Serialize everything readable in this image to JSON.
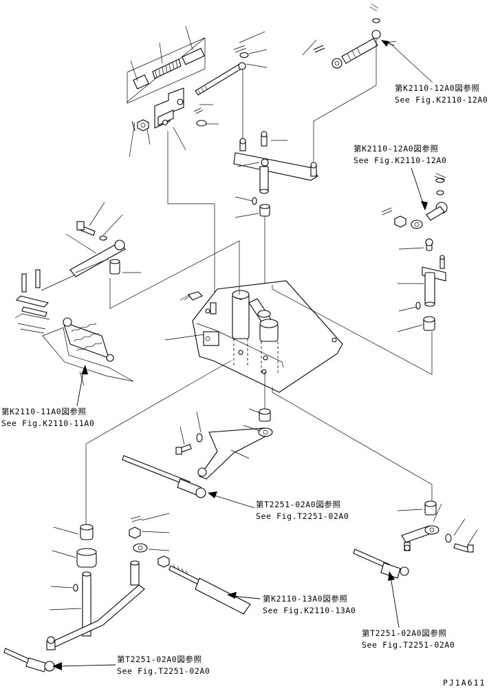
{
  "references": {
    "k2110_12a0_top": {
      "jp": "第K2110-12A0図参照",
      "en": "See Fig.K2110-12A0"
    },
    "k2110_12a0_mid": {
      "jp": "第K2110-12A0図参照",
      "en": "See Fig.K2110-12A0"
    },
    "k2110_11a0": {
      "jp": "第K2110-11A0図参照",
      "en": "See Fig.K2110-11A0"
    },
    "t2251_02a0_center": {
      "jp": "第T2251-02A0図参照",
      "en": "See Fig.T2251-02A0"
    },
    "k2110_13a0": {
      "jp": "第K2110-13A0図参照",
      "en": "See Fig.K2110-13A0"
    },
    "t2251_02a0_right": {
      "jp": "第T2251-02A0図参照",
      "en": "See Fig.T2251-02A0"
    },
    "t2251_02a0_bottom": {
      "jp": "第T2251-02A0図参照",
      "en": "See Fig.T2251-02A0"
    }
  },
  "drawing_code": "PJ1A611"
}
